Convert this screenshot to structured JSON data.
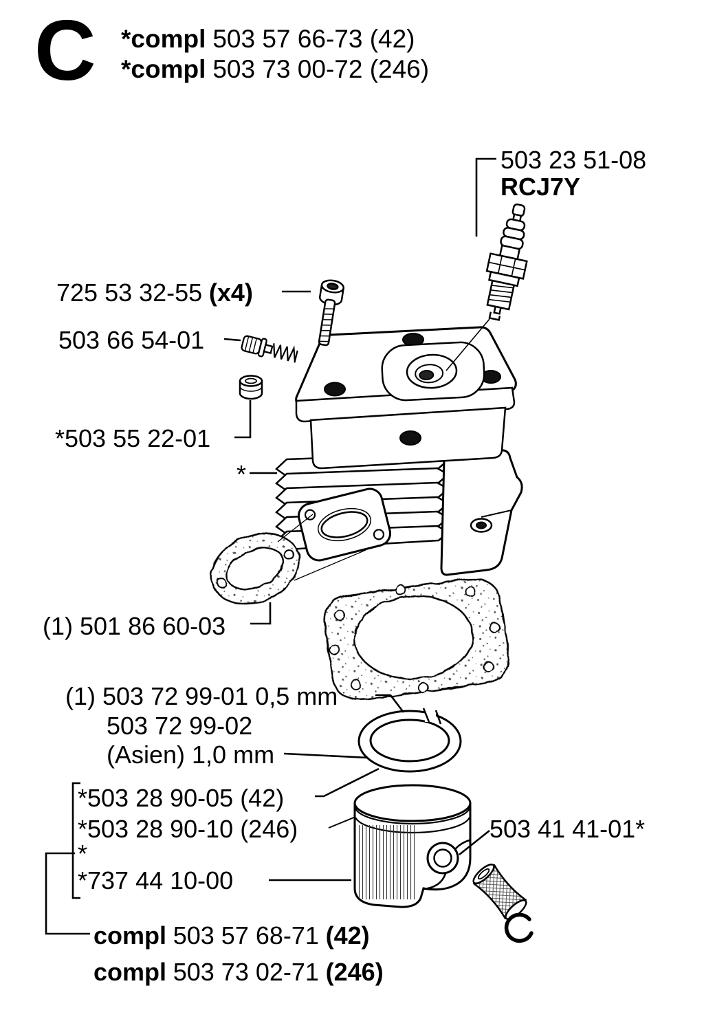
{
  "colors": {
    "ink": "#000000",
    "paper": "#ffffff"
  },
  "section": {
    "letter": "C"
  },
  "header": {
    "line1": {
      "bold": "*compl",
      "rest": "503 57 66-73 (42)"
    },
    "line2": {
      "bold": "*compl",
      "rest": "503 73 00-72 (246)"
    }
  },
  "labels": {
    "spark_plug_number": "503 23 51-08",
    "spark_plug_type": "RCJ7Y",
    "bolt_number": "725 53 32-55",
    "bolt_qty": "(x4)",
    "valve_number": "503 66 54-01",
    "cover_plug_number": "*503 55 22-01",
    "cylinder_marker": "*",
    "exhaust_gasket_number": "(1) 501 86 60-03",
    "piston_ring_line1": "(1) 503 72 99-01 0,5 mm",
    "piston_ring_line2": "503 72 99-02",
    "piston_ring_line3": "(Asien) 1,0 mm",
    "piston_42_number": "*503 28 90-05 (42)",
    "piston_246_number": "*503 28 90-10 (246)",
    "group_marker": "*",
    "circlip_number": "*737 44 10-00",
    "bearing_number": "503 41 41-01*",
    "compl_42": {
      "bold": "compl",
      "number": "503 57 68-71",
      "qty": "(42)"
    },
    "compl_246": {
      "bold": "compl",
      "number": "503 73 02-71",
      "qty": "(246)"
    }
  },
  "parts": [
    "spark-plug",
    "cylinder-bolt",
    "decompression-valve",
    "cover-plug",
    "cylinder",
    "exhaust-gasket",
    "cylinder-base-gasket",
    "piston-ring",
    "piston",
    "needle-bearing",
    "circlip"
  ]
}
